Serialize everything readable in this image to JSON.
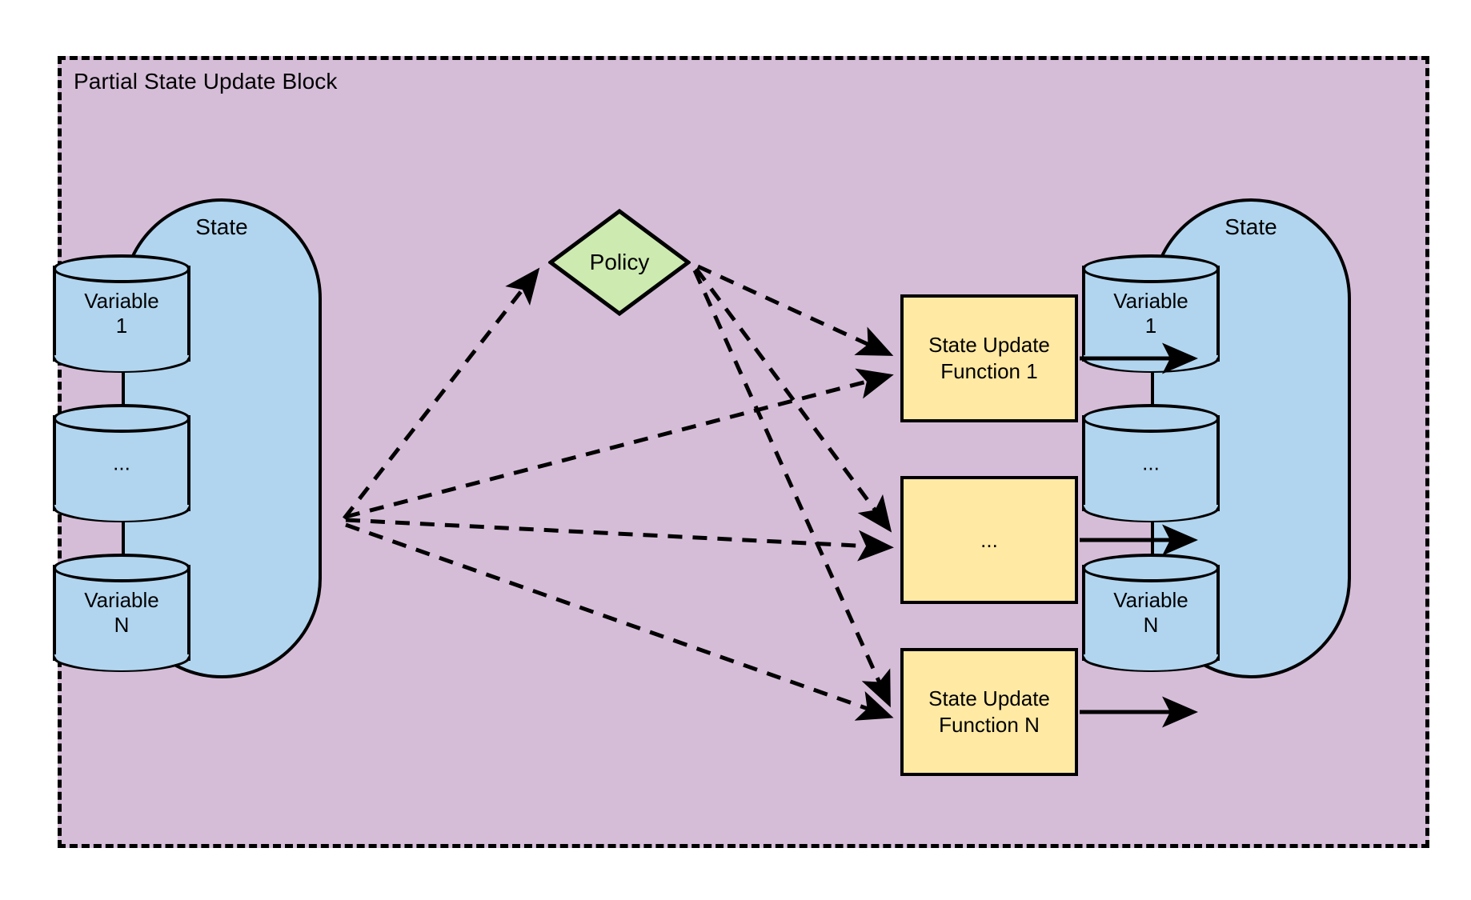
{
  "block": {
    "title": "Partial State Update Block",
    "fill": "#d5bdd8",
    "border": "#000000"
  },
  "left_state": {
    "label": "State",
    "fill": "#b1d5ef",
    "variables": [
      {
        "line1": "Variable",
        "line2": "1"
      },
      {
        "line1": "...",
        "line2": ""
      },
      {
        "line1": "Variable",
        "line2": "N"
      }
    ]
  },
  "right_state": {
    "label": "State",
    "fill": "#b1d5ef",
    "variables": [
      {
        "line1": "Variable",
        "line2": "1"
      },
      {
        "line1": "...",
        "line2": ""
      },
      {
        "line1": "Variable",
        "line2": "N"
      }
    ]
  },
  "policy": {
    "label": "Policy",
    "fill": "#cdeab0"
  },
  "functions": {
    "fill": "#ffe9a3",
    "items": [
      {
        "line1": "State Update",
        "line2": "Function 1"
      },
      {
        "line1": "...",
        "line2": ""
      },
      {
        "line1": "State Update",
        "line2": "Function N"
      }
    ]
  },
  "edges": {
    "style_dashed": "dashed",
    "style_solid": "solid",
    "arrowhead": "filled-triangle",
    "description": [
      "state -> policy (dashed)",
      "state -> state update function 1 (dashed)",
      "state -> state update function ... (dashed)",
      "state -> state update function N (dashed)",
      "policy -> state update function 1 (dashed)",
      "policy -> state update function ... (dashed)",
      "policy -> state update function N (dashed)",
      "state update function 1 -> variable 1 (solid)",
      "state update function ... -> variable ... (solid)",
      "state update function N -> variable N (solid)"
    ]
  }
}
